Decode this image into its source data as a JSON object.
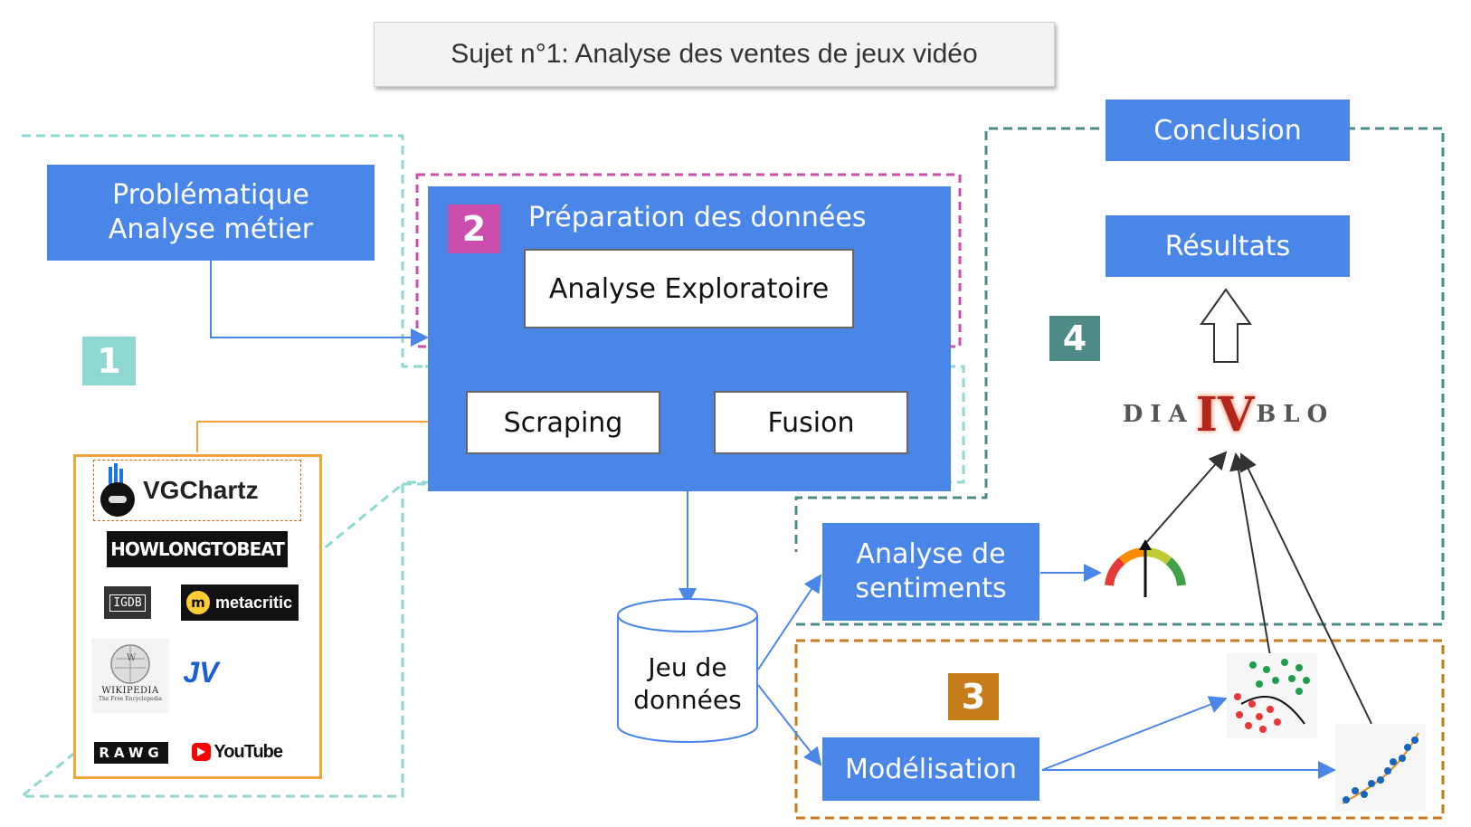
{
  "title": "Sujet n°1: Analyse des ventes de jeux vidéo",
  "problematique": {
    "line1": "Problématique",
    "line2": "Analyse métier"
  },
  "step_numbers": {
    "one": "1",
    "two": "2",
    "three": "3",
    "four": "4"
  },
  "preparation_title": "Préparation des données",
  "analyse_exploratoire": "Analyse Exploratoire",
  "scraping": "Scraping",
  "fusion": "Fusion",
  "dataset": {
    "line1": "Jeu de",
    "line2": "données"
  },
  "sentiments": {
    "line1": "Analyse de",
    "line2": "sentiments"
  },
  "modelisation": "Modélisation",
  "resultats": "Résultats",
  "conclusion": "Conclusion",
  "game_logo": {
    "prefix": "DIA",
    "numeral": "IV",
    "suffix": "BLO"
  },
  "sources": {
    "vgchartz": "VGChartz",
    "howlongtobeat": "HOWLONGTOBEAT",
    "igdb": "IGDB",
    "metacritic": "metacritic",
    "wikipedia": "Wikipedia",
    "wikipedia_sub": "The Free Encyclopedia",
    "jv": "JV",
    "rawg": "RAWG",
    "youtube": "YouTube"
  },
  "colors": {
    "blue": "#4a86e8",
    "step1": "#8fd8d2",
    "step2": "#cc4eac",
    "step3": "#c57d1c",
    "step4": "#4e8a86",
    "sources_border": "#f6a33a"
  },
  "icons": [
    "cycle-arrows-icon",
    "up-arrow-icon",
    "gauge-icon",
    "classification-plot-icon",
    "regression-plot-icon",
    "twitch-icon",
    "youtube-icon",
    "wikipedia-globe-icon"
  ]
}
